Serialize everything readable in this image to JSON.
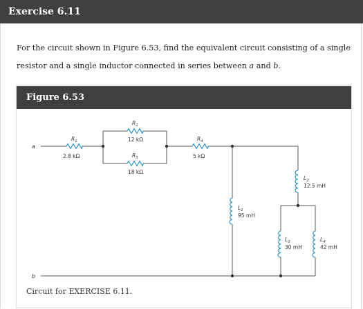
{
  "exercise": {
    "title": "Exercise 6.11",
    "text_before_a": "For the circuit shown in Figure 6.53, find the equivalent circuit consisting of a single resistor and a single inductor connected in series between ",
    "node_a": "a",
    "text_and": " and ",
    "node_b": "b",
    "text_end": "."
  },
  "figure": {
    "title": "Figure 6.53",
    "caption": "Circuit for EXERCISE 6.11.",
    "colors": {
      "header_bg": "#3f3f3f",
      "resistor": "#1a8fc4",
      "inductor": "#1a8fc4",
      "wire": "#555555"
    },
    "terminals": {
      "a": "a",
      "b": "b"
    },
    "components": {
      "R1": {
        "sym": "R",
        "sub": "1",
        "value": "2.8 kΩ"
      },
      "R2": {
        "sym": "R",
        "sub": "2",
        "value": "12 kΩ"
      },
      "R3": {
        "sym": "R",
        "sub": "3",
        "value": "18 kΩ"
      },
      "R4": {
        "sym": "R",
        "sub": "4",
        "value": "5 kΩ"
      },
      "L1": {
        "sym": "L",
        "sub": "1",
        "value": "95 mH"
      },
      "L2": {
        "sym": "L",
        "sub": "2",
        "value": "12.5 mH"
      },
      "L3": {
        "sym": "L",
        "sub": "3",
        "value": "30 mH"
      },
      "L4": {
        "sym": "L",
        "sub": "4",
        "value": "42 mH"
      }
    }
  }
}
